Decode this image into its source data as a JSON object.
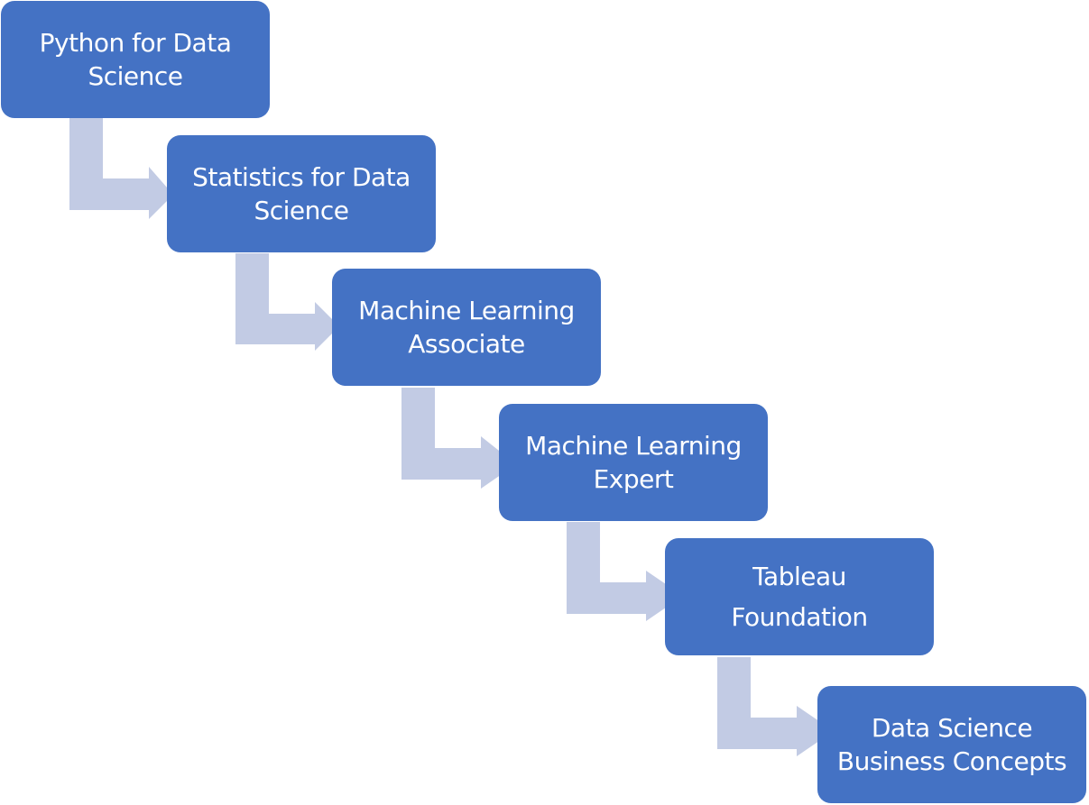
{
  "colors": {
    "box_fill": "#4472c4",
    "box_text": "#ffffff",
    "arrow_fill": "#c2cbe4",
    "background": "#ffffff"
  },
  "steps": [
    {
      "lines": [
        "Python for Data",
        "Science"
      ]
    },
    {
      "lines": [
        "Statistics for Data",
        "Science"
      ]
    },
    {
      "lines": [
        "Machine Learning",
        "Associate"
      ]
    },
    {
      "lines": [
        "Machine Learning",
        "Expert"
      ]
    },
    {
      "lines": [
        "Tableau",
        "Foundation"
      ]
    },
    {
      "lines": [
        "Data Science",
        "Business Concepts"
      ]
    }
  ]
}
